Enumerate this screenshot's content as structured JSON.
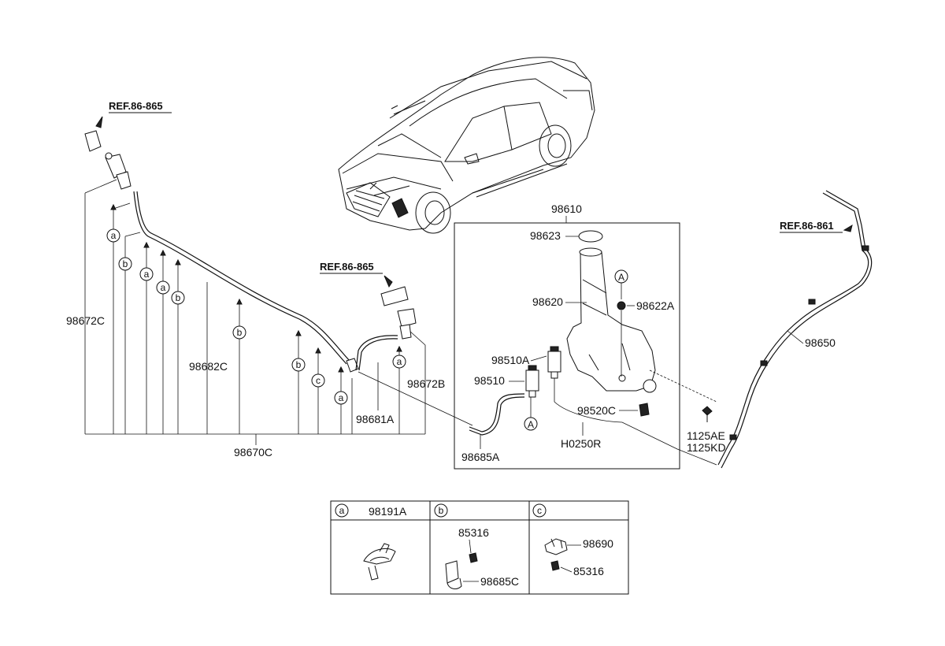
{
  "refs": {
    "ref_top_left": "REF.86-865",
    "ref_middle": "REF.86-865",
    "ref_right": "REF.86-861"
  },
  "parts": {
    "p98610": "98610",
    "p98623": "98623",
    "p98620": "98620",
    "p98622A": "98622A",
    "p98510A": "98510A",
    "p98510": "98510",
    "p98520C": "98520C",
    "pH0250R": "H0250R",
    "p98685A": "98685A",
    "p98672C": "98672C",
    "p98682C": "98682C",
    "p98670C": "98670C",
    "p98681A": "98681A",
    "p98672B": "98672B",
    "p98650": "98650",
    "p1125AE": "1125AE",
    "p1125KD": "1125KD"
  },
  "markers": {
    "a": "a",
    "b": "b",
    "c": "c",
    "A": "A"
  },
  "legend": {
    "col_a": {
      "letter": "a",
      "part": "98191A"
    },
    "col_b": {
      "letter": "b",
      "part_top": "85316",
      "part_bottom": "98685C"
    },
    "col_c": {
      "letter": "c",
      "part_top": "98690",
      "part_bottom": "85316"
    }
  }
}
